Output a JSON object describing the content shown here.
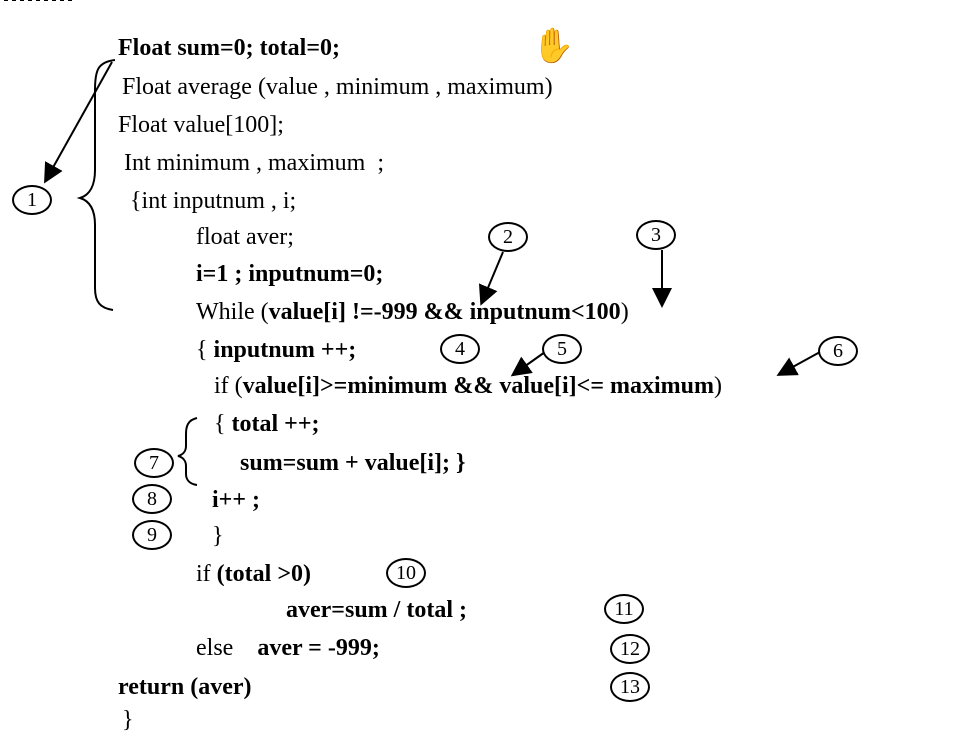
{
  "code": {
    "l1": "Float sum=0; total=0;",
    "l2": "Float average (value , minimum , maximum)",
    "l3": "Float value[100];",
    "l4": "Int minimum , maximum  ;",
    "l5": "{int inputnum , i;",
    "l6": "float aver;",
    "l7": "i=1 ; inputnum=0;",
    "l8_a": "While (",
    "l8_b": "value[i] !=-999 && ",
    "l8_c": "inputnum<100",
    "l8_d": ")",
    "l9_a": "{ ",
    "l9_b": "inputnum ++;",
    "l10_a": "if (",
    "l10_b": "value[i]>=minimum && value[i]<= maximum",
    "l10_c": ")",
    "l11_a": "{ ",
    "l11_b": "total ++;",
    "l12": "sum=sum + value[i]; }",
    "l13": "i++ ;",
    "l14": "}",
    "l15_a": "if ",
    "l15_b": "(total >0)",
    "l16": "aver=sum / total ;",
    "l17_a": "else    ",
    "l17_b": "aver = -999;",
    "l18": "return (aver)",
    "l19": "}"
  },
  "markers": [
    "1",
    "2",
    "3",
    "4",
    "5",
    "6",
    "7",
    "8",
    "9",
    "10",
    "11",
    "12",
    "13"
  ],
  "icons": {
    "cursor": "hand-cursor-icon"
  }
}
